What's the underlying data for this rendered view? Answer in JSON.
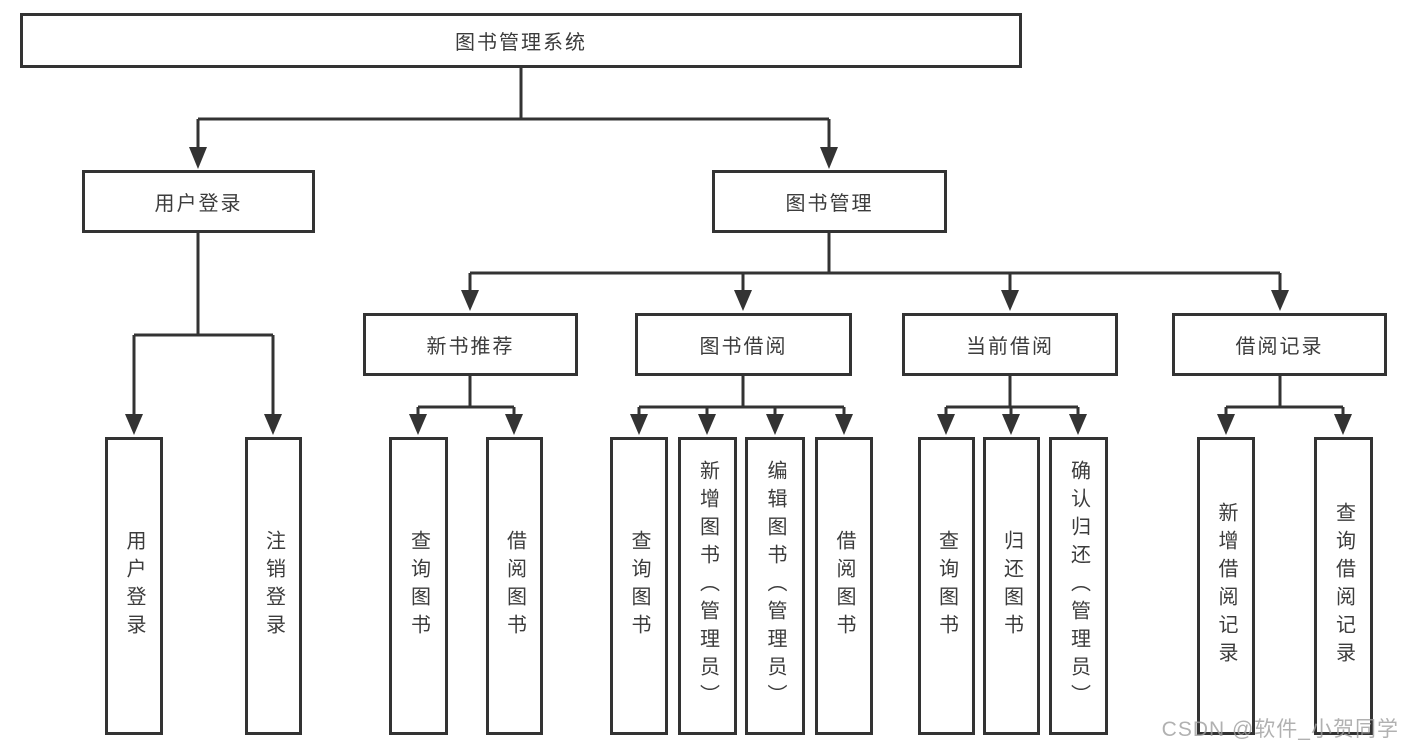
{
  "tree": {
    "root": "图书管理系统",
    "user_login": {
      "label": "用户登录",
      "children": [
        "用户登录",
        "注销登录"
      ]
    },
    "book_management": {
      "label": "图书管理",
      "children": {
        "new_books": {
          "label": "新书推荐",
          "children": [
            "查询图书",
            "借阅图书"
          ]
        },
        "book_borrow": {
          "label": "图书借阅",
          "children": [
            "查询图书",
            "新增图书（管理员）",
            "编辑图书（管理员）",
            "借阅图书"
          ]
        },
        "current_borrow": {
          "label": "当前借阅",
          "children": [
            "查询图书",
            "归还图书",
            "确认归还（管理员）"
          ]
        },
        "borrow_records": {
          "label": "借阅记录",
          "children": [
            "新增借阅记录",
            "查询借阅记录"
          ]
        }
      }
    }
  },
  "watermark": "CSDN @软件_小贺同学",
  "colors": {
    "line": "#333333",
    "text": "#3c3c3c",
    "background": "#ffffff",
    "watermark": "#9e9e9e"
  }
}
